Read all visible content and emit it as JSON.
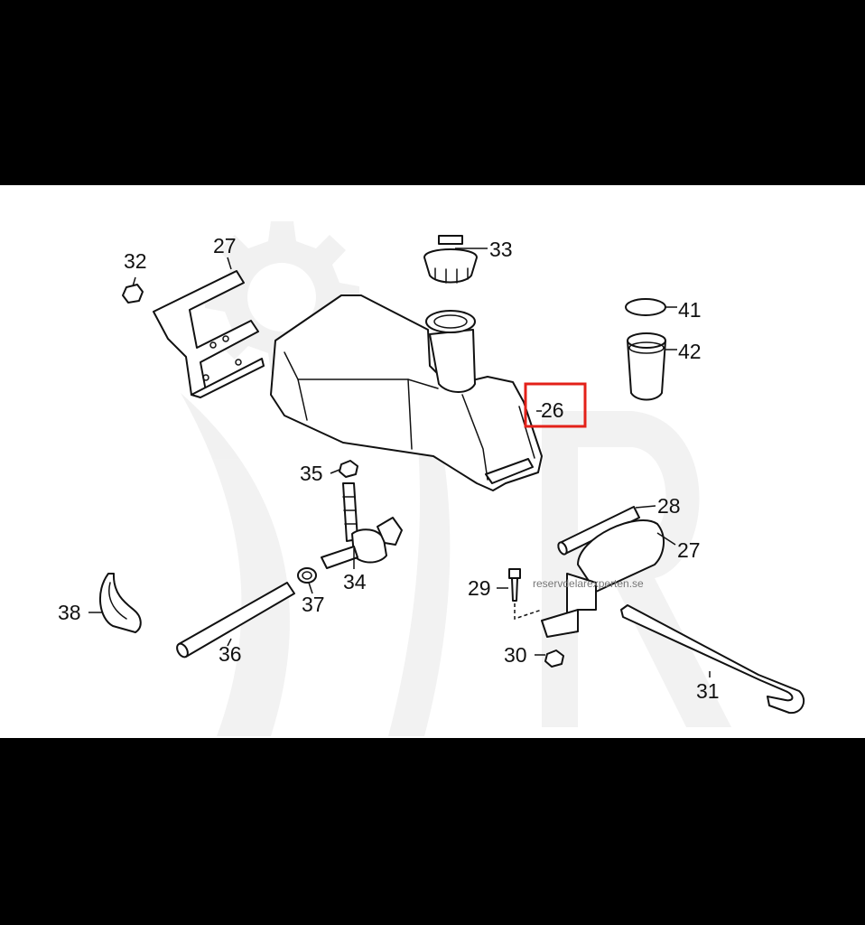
{
  "callouts": {
    "c32": "32",
    "c27a": "27",
    "c33": "33",
    "c41": "41",
    "c42": "42",
    "c26": "26",
    "c35": "35",
    "c28": "28",
    "c27b": "27",
    "c29": "29",
    "c34": "34",
    "c37": "37",
    "c38": "38",
    "c36": "36",
    "c30": "30",
    "c31": "31"
  },
  "watermark": "reservdelarexperten.se",
  "highlight": {
    "part": "26",
    "color": "#e32119"
  },
  "background": {
    "page": "#000000",
    "panel": "#ffffff"
  }
}
